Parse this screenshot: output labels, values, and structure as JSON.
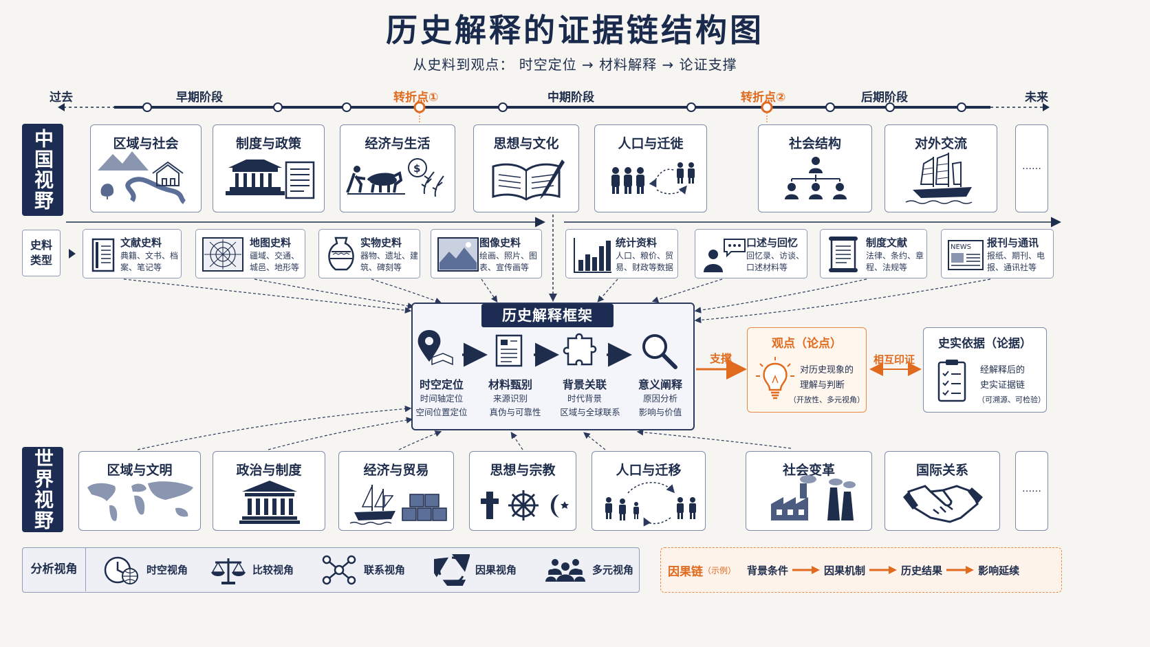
{
  "title": "历史解释的证据链结构图",
  "subtitle": "从史料到观点：  时空定位  →  材料解释  →  论证支撑",
  "timeline": {
    "start": "过去",
    "end": "未来",
    "phases": [
      "早期阶段",
      "中期阶段",
      "后期阶段"
    ],
    "turning_points": [
      "转折点①",
      "转折点②"
    ]
  },
  "china_view": {
    "label": "中国视野",
    "cards": [
      "区域与社会",
      "制度与政策",
      "经济与生活",
      "思想与文化",
      "人口与迁徙",
      "社会结构",
      "对外交流"
    ],
    "more": "……"
  },
  "sources": {
    "label": "史料类型",
    "items": [
      {
        "name": "文献史料",
        "desc": "典籍、文书、档案、笔记等",
        "icon": "book-stack-icon"
      },
      {
        "name": "地图史料",
        "desc": "疆域、交通、城邑、地形等",
        "icon": "map-icon"
      },
      {
        "name": "实物史料",
        "desc": "器物、遗址、建筑、碑刻等",
        "icon": "vase-icon"
      },
      {
        "name": "图像史料",
        "desc": "绘画、照片、图表、宣传画等",
        "icon": "painting-icon"
      },
      {
        "name": "统计资料",
        "desc": "人口、粮价、贸易、财政等数据",
        "icon": "bar-chart-icon"
      },
      {
        "name": "口述与回忆",
        "desc": "回忆录、访谈、口述材料等",
        "icon": "speech-icon"
      },
      {
        "name": "制度文献",
        "desc": "法律、条约、章程、法规等",
        "icon": "scroll-icon"
      },
      {
        "name": "报刊与通讯",
        "desc": "报纸、期刊、电报、通讯社等",
        "icon": "newspaper-icon"
      }
    ],
    "news_word": "NEWS"
  },
  "framework": {
    "title": "历史解释框架",
    "steps": [
      {
        "name": "时空定位",
        "desc1": "时间轴定位",
        "desc2": "空间位置定位"
      },
      {
        "name": "材料甄别",
        "desc1": "来源识别",
        "desc2": "真伪与可靠性"
      },
      {
        "name": "背景关联",
        "desc1": "时代背景",
        "desc2": "区域与全球联系"
      },
      {
        "name": "意义阐释",
        "desc1": "原因分析",
        "desc2": "影响与价值"
      }
    ]
  },
  "viewpoint": {
    "title": "观点（论点）",
    "line1": "对历史现象的",
    "line2": "理解与判断",
    "note": "（开放性、多元视角）"
  },
  "evidence": {
    "title": "史实依据（论据）",
    "line1": "经解释后的",
    "line2": "史实证据链",
    "note": "（可溯源、可检验）"
  },
  "arrow_support": "支撑",
  "arrow_mutual": "相互印证",
  "world_view": {
    "label": "世界视野",
    "cards": [
      "区域与文明",
      "政治与制度",
      "经济与贸易",
      "思想与宗教",
      "人口与迁移",
      "社会变革",
      "国际关系"
    ],
    "more": "……"
  },
  "analysis": {
    "label": "分析视角",
    "items": [
      {
        "name": "时空视角",
        "icon": "clock-globe-icon"
      },
      {
        "name": "比较视角",
        "icon": "scale-icon"
      },
      {
        "name": "联系视角",
        "icon": "network-icon"
      },
      {
        "name": "因果视角",
        "icon": "cycle-icon"
      },
      {
        "name": "多元视角",
        "icon": "people-group-icon"
      }
    ]
  },
  "causal_chain": {
    "label": "因果链",
    "sub": "（示例）",
    "steps": [
      "背景条件",
      "因果机制",
      "历史结果",
      "影响延续"
    ]
  },
  "colors": {
    "navy": "#1c2c52",
    "orange": "#e06a1e",
    "border": "#7d8aa8"
  }
}
